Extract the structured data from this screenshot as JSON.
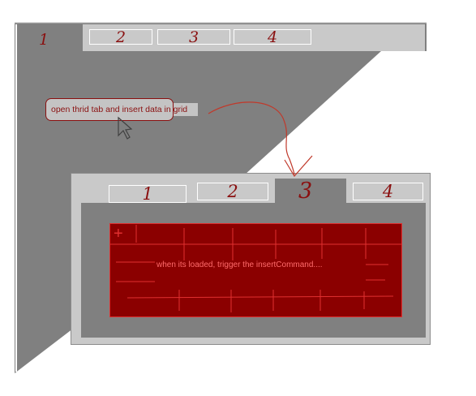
{
  "window1": {
    "tabs": [
      "1",
      "2",
      "3",
      "4"
    ],
    "active_tab": "1"
  },
  "note": {
    "text": "open thrid tab and insert data in grid"
  },
  "window2": {
    "tabs": [
      "1",
      "2",
      "3",
      "4"
    ],
    "active_tab": "3"
  },
  "grid": {
    "add_icon": "+",
    "message": "when its loaded, trigger the insertCommand...."
  },
  "colors": {
    "frame_gray": "#808080",
    "tab_gray": "#c9c9c9",
    "grid_red": "#8b0000",
    "grid_lines": "#e03030",
    "annotation_red": "#c0392b"
  }
}
